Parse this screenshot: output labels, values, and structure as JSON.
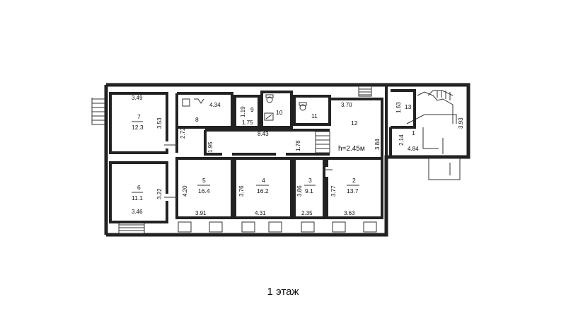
{
  "floor_caption": "1 этаж",
  "ceiling_height": "h=2.45м",
  "rooms": [
    {
      "num": "7",
      "area": "12.3",
      "dims": [
        "3.49",
        "3.53"
      ]
    },
    {
      "num": "6",
      "area": "11.1",
      "dims": [
        "3.22",
        "3.46"
      ]
    },
    {
      "num": "8",
      "dims": [
        "4.34",
        "2.72",
        "1.95"
      ]
    },
    {
      "num": "9",
      "dims": [
        "1.19",
        "1.75"
      ]
    },
    {
      "num": "10"
    },
    {
      "num": "11"
    },
    {
      "num": "12",
      "dims": [
        "3.70",
        "3.84"
      ]
    },
    {
      "num": "13",
      "dims": [
        "1.63",
        "3.93"
      ]
    },
    {
      "num": "1",
      "dims": [
        "2.14",
        "4.84"
      ]
    },
    {
      "num": "5",
      "area": "16.4",
      "dims": [
        "4.20",
        "3.91"
      ]
    },
    {
      "num": "4",
      "area": "16.2",
      "dims": [
        "3.76",
        "4.31"
      ]
    },
    {
      "num": "3",
      "area": "9.1",
      "dims": [
        "3.86",
        "2.35"
      ]
    },
    {
      "num": "2",
      "area": "13.7",
      "dims": [
        "3.77",
        "3.63"
      ]
    }
  ],
  "corridor_dims": [
    "8.43",
    "1.78"
  ]
}
